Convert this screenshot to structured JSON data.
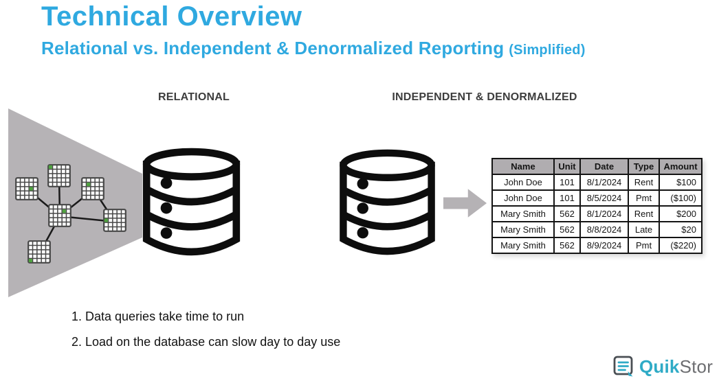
{
  "slide": {
    "title": "Technical Overview",
    "subtitle": "Relational vs. Independent & Denormalized Reporting",
    "subtitle_note": "(Simplified)"
  },
  "sections": {
    "left": {
      "label": "RELATIONAL"
    },
    "right": {
      "label": "INDEPENDENT & DENORMALIZED"
    }
  },
  "table": {
    "columns": [
      "Name",
      "Unit",
      "Date",
      "Type",
      "Amount"
    ],
    "rows": [
      [
        "John Doe",
        "101",
        "8/1/2024",
        "Rent",
        "$100"
      ],
      [
        "John Doe",
        "101",
        "8/5/2024",
        "Pmt",
        "($100)"
      ],
      [
        "Mary Smith",
        "562",
        "8/1/2024",
        "Rent",
        "$200"
      ],
      [
        "Mary Smith",
        "562",
        "8/8/2024",
        "Late",
        "$20"
      ],
      [
        "Mary Smith",
        "562",
        "8/9/2024",
        "Pmt",
        "($220)"
      ]
    ]
  },
  "notes": [
    "1. Data queries take time to run",
    "2. Load on the database can slow day to day use"
  ],
  "logo": {
    "primary": "Quik",
    "secondary": "Stor"
  },
  "icons": {
    "left_cluster": "linked-grid-tables-in-funnel",
    "left_database": "database-cylinder-icon",
    "right_database": "database-cylinder-icon",
    "flow_arrow": "arrow-right-icon",
    "logo_mark": "document-list-icon"
  },
  "colors": {
    "title_blue": "#2FA9E0",
    "label_gray": "#3D3D3D",
    "funnel_gray": "#B6B3B6",
    "table_header_gray": "#B0ADB0",
    "grid_green": "#4FA33F",
    "icon_black": "#0D0D0D",
    "logo_teal": "#2FABC6",
    "logo_gray": "#6D6E71"
  }
}
